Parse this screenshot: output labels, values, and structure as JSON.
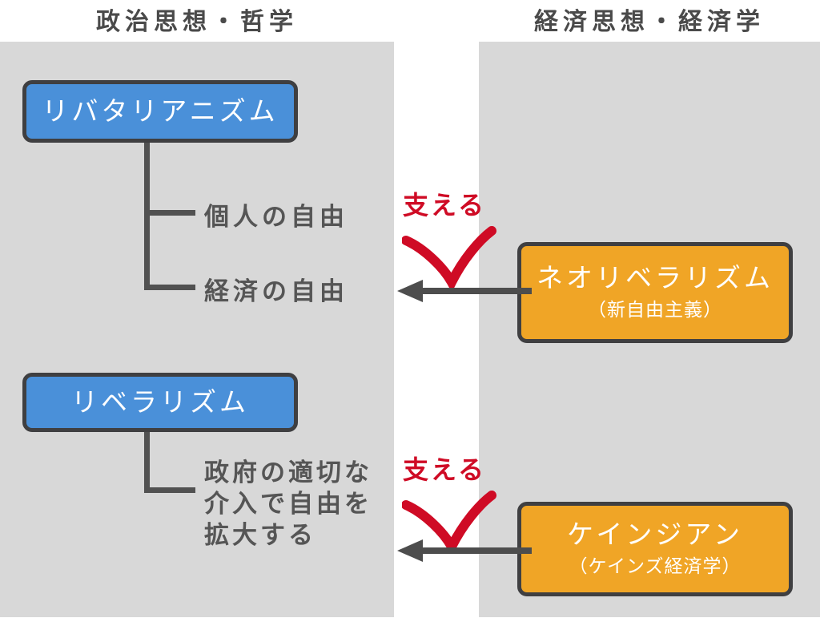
{
  "columns": {
    "left": {
      "title": "政治思想・哲学"
    },
    "right": {
      "title": "経済思想・経済学"
    }
  },
  "colors": {
    "panel_background": "#d8d8d8",
    "page_background": "#ffffff",
    "node_blue": "#4a90d9",
    "node_orange": "#f0a526",
    "node_border": "#3f3f41",
    "connector_line": "#515151",
    "leaf_text": "#555555",
    "title_text": "#4a4a4a",
    "annotation_red": "#cf0b25",
    "arrow_grey": "#4d4d4d"
  },
  "nodes": {
    "libertarianism": {
      "label": "リバタリアニズム",
      "sublabel": "",
      "color": "blue"
    },
    "liberalism": {
      "label": "リベラリズム",
      "sublabel": "",
      "color": "blue"
    },
    "neoliberalism": {
      "label": "ネオリベラリズム",
      "sublabel": "（新自由主義）",
      "color": "orange"
    },
    "keynesian": {
      "label": "ケインジアン",
      "sublabel": "（ケインズ経済学）",
      "color": "orange"
    }
  },
  "leaves": {
    "personal_freedom": "個人の自由",
    "economic_freedom": "経済の自由",
    "government_intervention": {
      "line1": "政府の適切な",
      "line2": "介入で自由を",
      "line3": "拡大する"
    }
  },
  "annotations": {
    "support_1": "支える",
    "support_2": "支える"
  },
  "icons": {
    "check_1": "red-check-icon",
    "check_2": "red-check-icon",
    "arrow_1": "left-arrow-icon",
    "arrow_2": "left-arrow-icon"
  }
}
